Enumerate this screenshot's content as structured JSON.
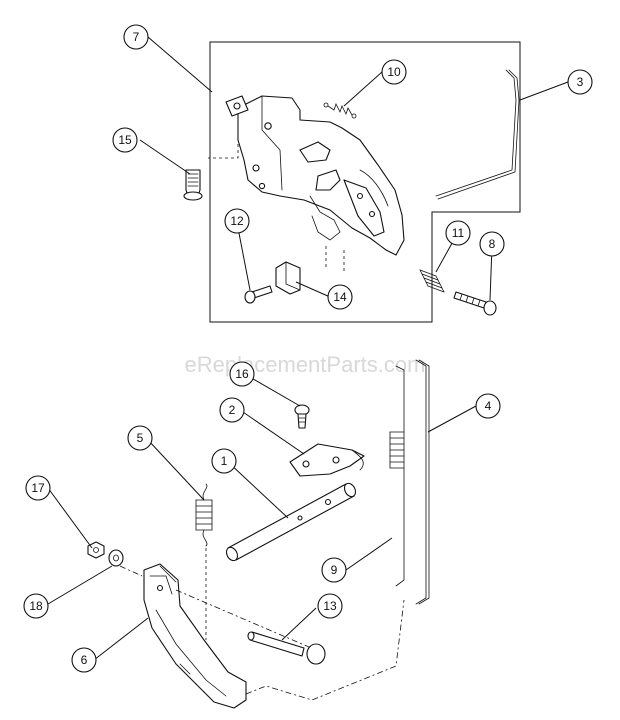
{
  "watermark": "eReplacementParts.com",
  "callouts": [
    "1",
    "2",
    "3",
    "4",
    "5",
    "6",
    "7",
    "8",
    "9",
    "10",
    "11",
    "12",
    "13",
    "14",
    "15",
    "16",
    "17",
    "18"
  ]
}
